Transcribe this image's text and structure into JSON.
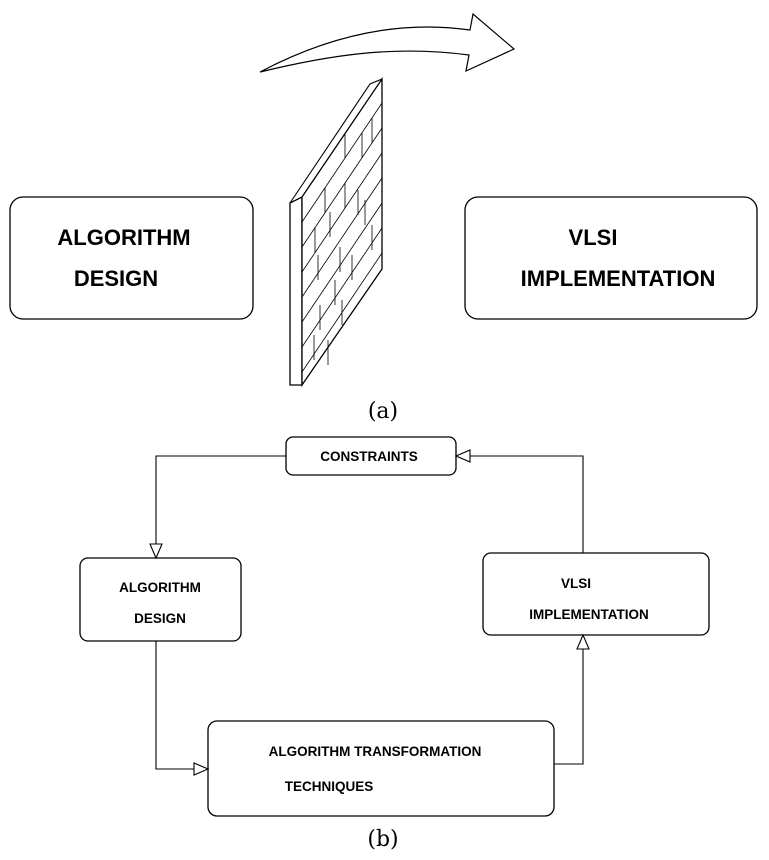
{
  "panel_a": {
    "caption": "(a)",
    "left_box": {
      "line1": "ALGORITHM",
      "line2": "DESIGN"
    },
    "right_box": {
      "line1": "VLSI",
      "line2": "IMPLEMENTATION"
    }
  },
  "panel_b": {
    "caption": "(b)",
    "constraints": "CONSTRAINTS",
    "algorithm_design": {
      "line1": "ALGORITHM",
      "line2": "DESIGN"
    },
    "vlsi_implementation": {
      "line1": "VLSI",
      "line2": "IMPLEMENTATION"
    },
    "transformation": {
      "line1": "ALGORITHM  TRANSFORMATION",
      "line2": "TECHNIQUES"
    }
  }
}
